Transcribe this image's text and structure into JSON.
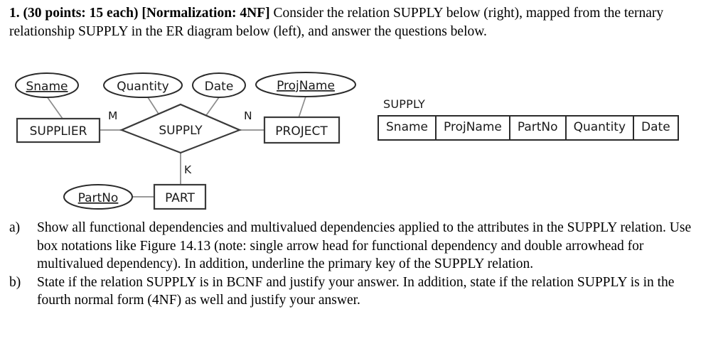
{
  "intro": {
    "bold_prefix": "1. (30 points: 15 each) [Normalization: 4NF]",
    "rest": " Consider the relation SUPPLY below (right), mapped from the ternary relationship SUPPLY in the ER diagram below (left), and answer the questions below."
  },
  "er_diagram": {
    "entities": [
      {
        "name": "SUPPLIER",
        "label": "SUPPLIER"
      },
      {
        "name": "PROJECT",
        "label": "PROJECT"
      },
      {
        "name": "PART",
        "label": "PART"
      }
    ],
    "relationship": {
      "label": "SUPPLY"
    },
    "attributes": [
      {
        "label": "Sname",
        "key": true
      },
      {
        "label": "Quantity",
        "key": false
      },
      {
        "label": "Date",
        "key": false
      },
      {
        "label": "ProjName",
        "key": true
      },
      {
        "label": "PartNo",
        "key": true
      }
    ],
    "cardinalities": [
      {
        "label": "M",
        "side": "supplier"
      },
      {
        "label": "N",
        "side": "project"
      },
      {
        "label": "K",
        "side": "part"
      }
    ]
  },
  "relation": {
    "caption": "SUPPLY",
    "columns": [
      "Sname",
      "ProjName",
      "PartNo",
      "Quantity",
      "Date"
    ]
  },
  "questions": [
    {
      "marker": "a)",
      "text": "Show all functional dependencies and multivalued dependencies applied to the attributes in the SUPPLY relation. Use box notations like Figure 14.13 (note: single arrow head for functional dependency and double arrowhead for multivalued dependency). In addition, underline the primary key of the SUPPLY relation."
    },
    {
      "marker": "b)",
      "text": "State if the relation SUPPLY is in BCNF and justify your answer. In addition, state if the relation SUPPLY is in the fourth normal form (4NF) as well and justify your answer."
    }
  ]
}
